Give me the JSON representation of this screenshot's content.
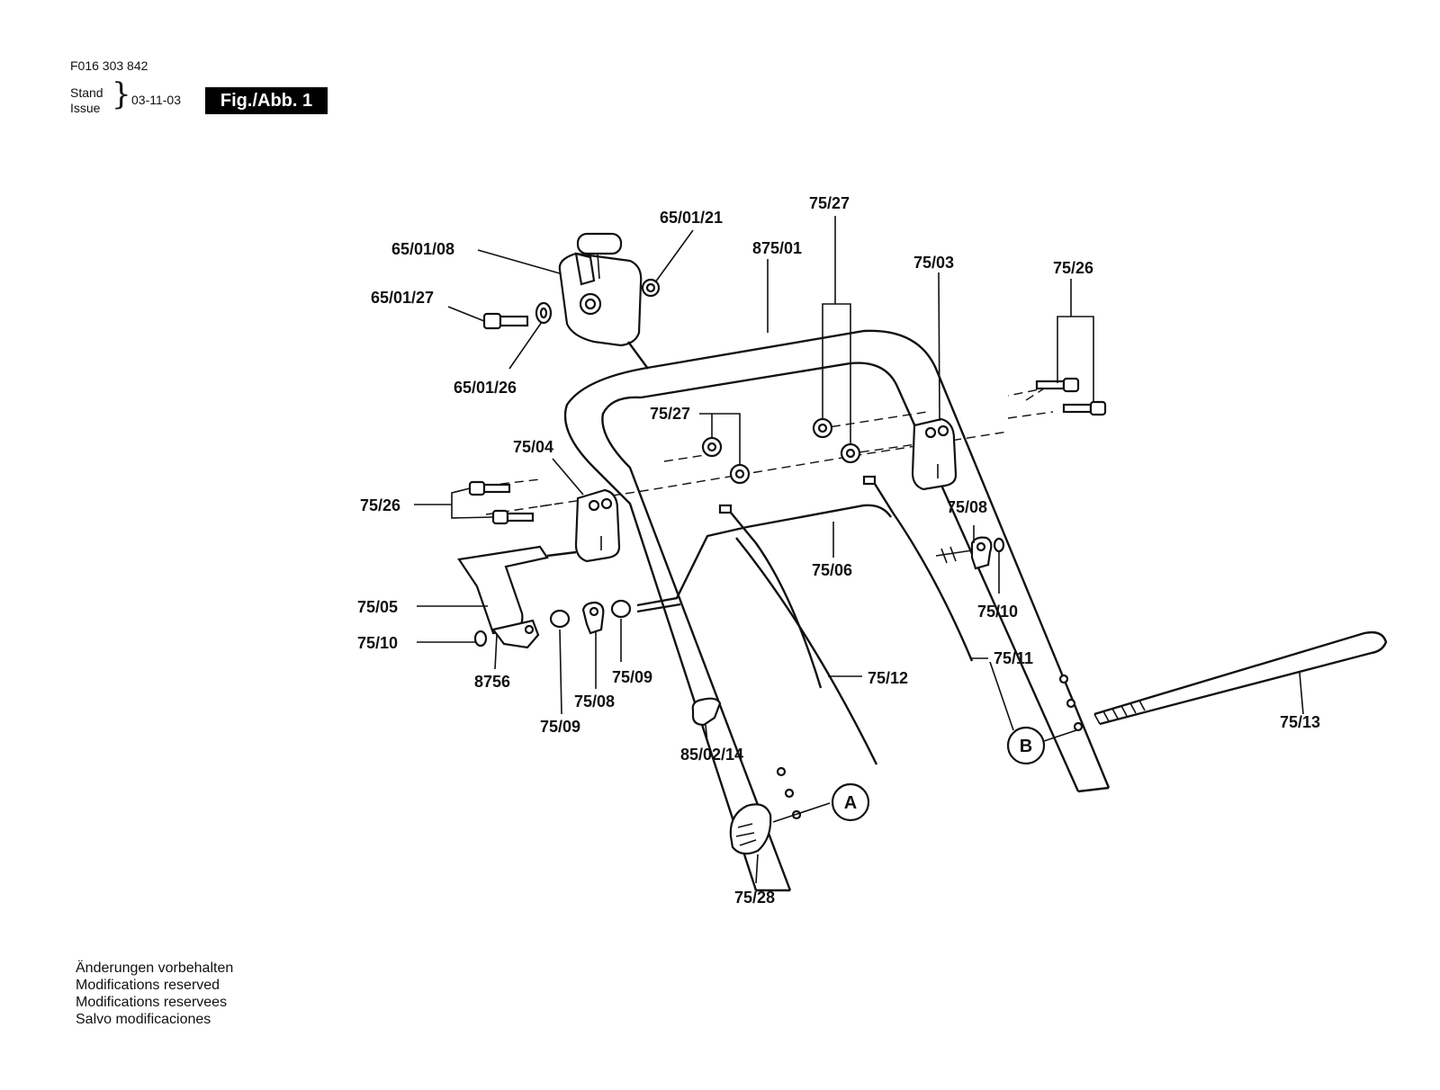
{
  "header": {
    "document_number": "F016 303 842",
    "stand_label": "Stand",
    "issue_label": "Issue",
    "issue_date": "03-11-03",
    "figure_label": "Fig./Abb. 1"
  },
  "part_labels": {
    "p_65_01_08": "65/01/08",
    "p_65_01_21": "65/01/21",
    "p_65_01_27": "65/01/27",
    "p_65_01_26": "65/01/26",
    "p_875_01": "875/01",
    "p_75_27_top": "75/27",
    "p_75_03": "75/03",
    "p_75_26_right": "75/26",
    "p_75_27_mid": "75/27",
    "p_75_04": "75/04",
    "p_75_26_left": "75/26",
    "p_75_08_right": "75/08",
    "p_75_06": "75/06",
    "p_75_10_right": "75/10",
    "p_75_05": "75/05",
    "p_75_10_left": "75/10",
    "p_8756": "8756",
    "p_75_09_mid": "75/09",
    "p_75_08_left": "75/08",
    "p_75_09_left": "75/09",
    "p_75_11": "75/11",
    "p_75_12": "75/12",
    "p_75_13": "75/13",
    "p_85_02_14": "85/02/14",
    "p_75_28": "75/28"
  },
  "callouts": {
    "a": "A",
    "b": "B"
  },
  "notes": [
    "Änderungen vorbehalten",
    "Modifications reserved",
    "Modifications reservees",
    "Salvo modificaciones"
  ]
}
